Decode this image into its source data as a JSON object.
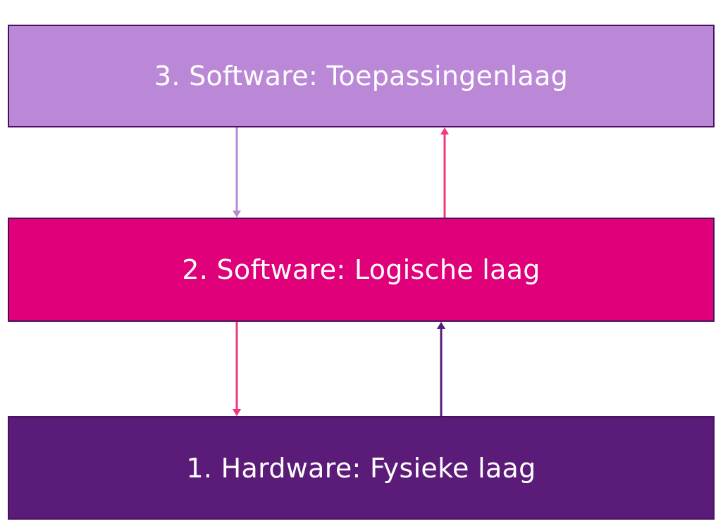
{
  "layers": [
    {
      "id": "layer-3",
      "label": "3. Software: Toepassingenlaag",
      "color": "#bb88d8"
    },
    {
      "id": "layer-2",
      "label": "2. Software: Logische laag",
      "color": "#e0017a"
    },
    {
      "id": "layer-1",
      "label": "1. Hardware: Fysieke laag",
      "color": "#5b1b78"
    }
  ],
  "arrows": [
    {
      "from": "layer-3",
      "to": "layer-2",
      "direction": "down",
      "color": "#bb88d8"
    },
    {
      "from": "layer-2",
      "to": "layer-3",
      "direction": "up",
      "color": "#f0387e"
    },
    {
      "from": "layer-2",
      "to": "layer-1",
      "direction": "down",
      "color": "#f0387e"
    },
    {
      "from": "layer-1",
      "to": "layer-2",
      "direction": "up",
      "color": "#5b1b78"
    }
  ]
}
